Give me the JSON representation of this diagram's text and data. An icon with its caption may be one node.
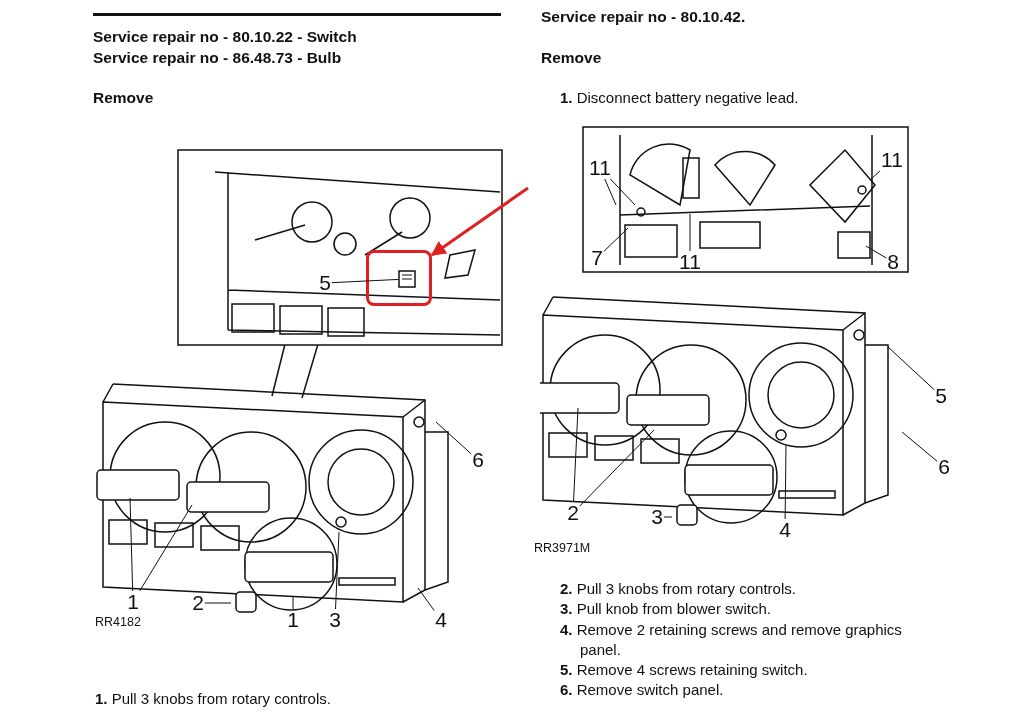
{
  "diagram": {
    "nodes": [
      {
        "text": [
          "5"
        ]
      },
      {
        "text": [
          "6"
        ]
      },
      {
        "text": [
          "1"
        ]
      },
      {
        "text": [
          "1"
        ]
      },
      {
        "text": [
          "2"
        ]
      },
      {
        "text": [
          "3"
        ]
      },
      {
        "text": [
          "4"
        ]
      },
      {
        "text": [],
        "shape": "box"
      },
      {
        "text": [
          "11"
        ]
      },
      {
        "text": [
          "11"
        ]
      },
      {
        "text": [
          "7"
        ]
      },
      {
        "text": [
          "11"
        ]
      },
      {
        "text": [
          "8"
        ]
      },
      {
        "text": [
          "5"
        ]
      },
      {
        "text": [
          "6"
        ]
      },
      {
        "text": [
          "2"
        ]
      },
      {
        "text": [
          "3"
        ]
      },
      {
        "text": [
          "4"
        ]
      },
      {
        "text": [],
        "shape": "picture",
        "in": 7
      }
    ],
    "edges": [
      {
        "from": 0,
        "to": 18,
        "arrow": "none"
      },
      {
        "from": 1,
        "to": null,
        "arrow": "none"
      },
      {
        "from": 2,
        "to": null,
        "arrow": "none"
      },
      {
        "from": 2,
        "to": null,
        "arrow": "none"
      },
      {
        "from": 3,
        "to": null,
        "arrow": "none"
      },
      {
        "from": 4,
        "to": null,
        "arrow": "none"
      },
      {
        "from": 5,
        "to": null,
        "arrow": "none"
      },
      {
        "from": 6,
        "to": null,
        "arrow": "none"
      },
      {
        "from": null,
        "to": 7,
        "arrow": "to",
        "style": "thick",
        "color": "#e02020"
      },
      {
        "from": 8,
        "to": null,
        "arrow": "none"
      },
      {
        "from": 8,
        "to": null,
        "arrow": "none"
      },
      {
        "from": 9,
        "to": null,
        "arrow": "none"
      },
      {
        "from": 10,
        "to": null,
        "arrow": "none"
      },
      {
        "from": 11,
        "to": null,
        "arrow": "none"
      },
      {
        "from": 12,
        "to": null,
        "arrow": "none"
      },
      {
        "from": 13,
        "to": null,
        "arrow": "none"
      },
      {
        "from": 14,
        "to": null,
        "arrow": "none"
      },
      {
        "from": 15,
        "to": null,
        "arrow": "none"
      },
      {
        "from": 15,
        "to": null,
        "arrow": "none"
      },
      {
        "from": 16,
        "to": null,
        "arrow": "none"
      },
      {
        "from": 17,
        "to": null,
        "arrow": "none"
      }
    ],
    "labels": [
      "Service repair no - 80.10.22 - Switch",
      "Service repair no - 86.48.73 - Bulb",
      "Remove",
      "RR4182",
      "**1.** Pull 3 knobs from rotary controls.",
      "Service repair no - 80.10.42.",
      "Remove",
      "**1.** Disconnect battery negative lead.",
      "RR3971M",
      "**2.** Pull 3 knobs from rotary controls.",
      "**3.** Pull knob from blower switch.",
      "**4.** Remove 2 retaining screws and remove graphics panel.",
      "**5.** Remove 4 screws retaining switch.",
      "**6.** Remove switch panel."
    ]
  }
}
